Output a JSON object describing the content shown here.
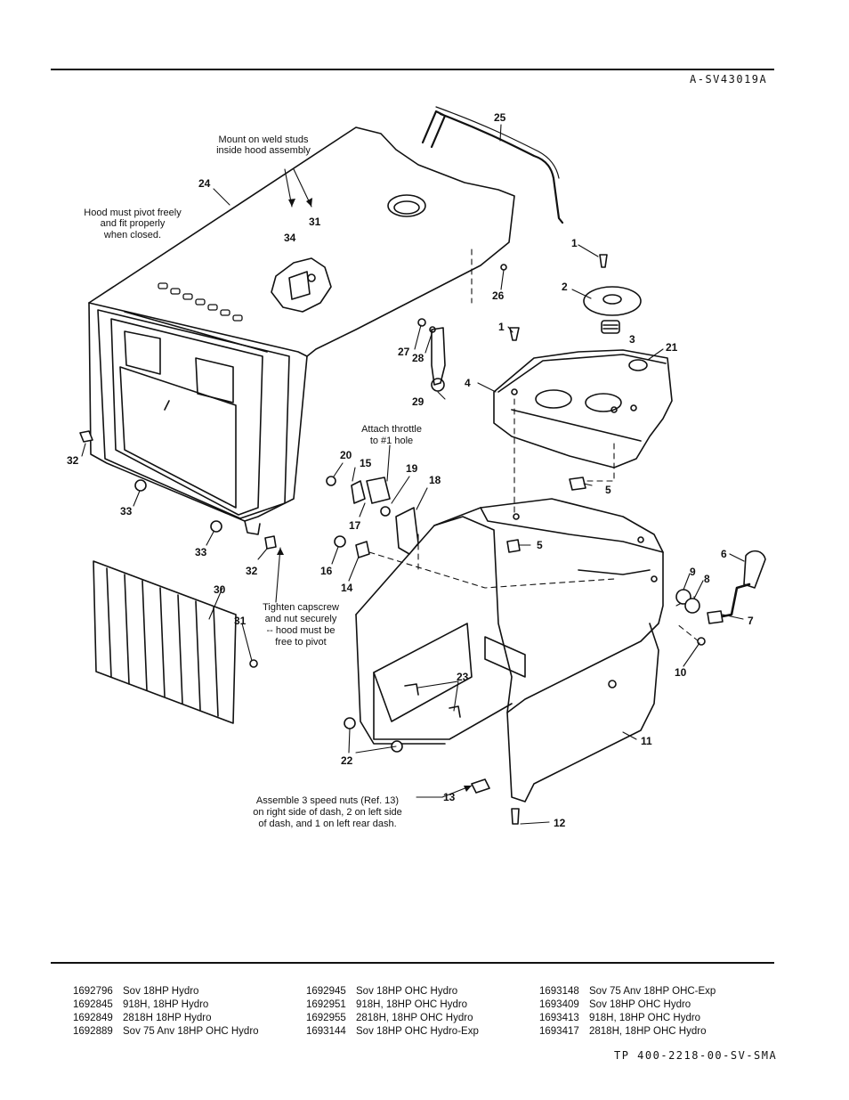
{
  "header": {
    "drawing_code": "A-SV43019A"
  },
  "footer": {
    "doc_code": "TP 400-2218-00-SV-SMA"
  },
  "callouts": {
    "c1a": "1",
    "c1b": "1",
    "c2": "2",
    "c3": "3",
    "c4": "4",
    "c5a": "5",
    "c5b": "5",
    "c6": "6",
    "c7": "7",
    "c8": "8",
    "c9": "9",
    "c10": "10",
    "c11": "11",
    "c12": "12",
    "c13": "13",
    "c14": "14",
    "c15": "15",
    "c16": "16",
    "c17": "17",
    "c18": "18",
    "c19": "19",
    "c20": "20",
    "c21": "21",
    "c22": "22",
    "c23": "23",
    "c24": "24",
    "c25": "25",
    "c26": "26",
    "c27": "27",
    "c28": "28",
    "c29": "29",
    "c30": "30",
    "c31a": "31",
    "c31b": "31",
    "c32a": "32",
    "c32b": "32",
    "c33a": "33",
    "c33b": "33",
    "c34": "34"
  },
  "notes": {
    "mount": [
      "Mount on weld studs",
      "inside hood assembly"
    ],
    "pivot": [
      "Hood must pivot freely",
      "and fit properly",
      "when closed."
    ],
    "throttle": [
      "Attach throttle",
      "to #1 hole"
    ],
    "tighten": [
      "Tighten capscrew",
      "and nut securely",
      "-- hood must be",
      "free to pivot"
    ],
    "speednuts": [
      "Assemble 3 speed nuts (Ref. 13)",
      "on right side of dash, 2 on left side",
      "of dash, and 1 on left rear dash."
    ]
  },
  "models": [
    [
      {
        "pn": "1692796",
        "desc": "Sov 18HP Hydro"
      },
      {
        "pn": "1692845",
        "desc": "918H, 18HP Hydro"
      },
      {
        "pn": "1692849",
        "desc": "2818H 18HP Hydro"
      },
      {
        "pn": "1692889",
        "desc": "Sov 75 Anv 18HP OHC Hydro"
      }
    ],
    [
      {
        "pn": "1692945",
        "desc": "Sov 18HP OHC Hydro"
      },
      {
        "pn": "1692951",
        "desc": "918H, 18HP OHC Hydro"
      },
      {
        "pn": "1692955",
        "desc": "2818H, 18HP OHC Hydro"
      },
      {
        "pn": "1693144",
        "desc": "Sov 18HP OHC Hydro-Exp"
      }
    ],
    [
      {
        "pn": "1693148",
        "desc": "Sov 75 Anv 18HP OHC-Exp"
      },
      {
        "pn": "1693409",
        "desc": "Sov 18HP OHC Hydro"
      },
      {
        "pn": "1693413",
        "desc": "918H, 18HP OHC Hydro"
      },
      {
        "pn": "1693417",
        "desc": "2818H, 18HP OHC Hydro"
      }
    ]
  ]
}
